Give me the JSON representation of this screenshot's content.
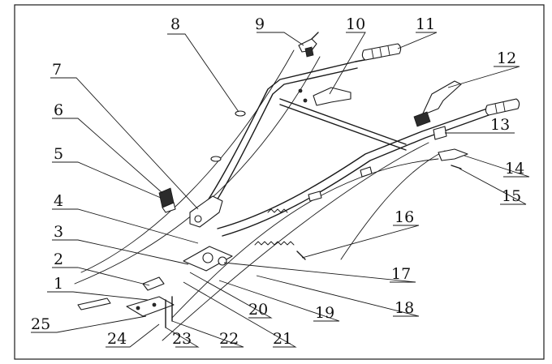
{
  "title": "",
  "callouts": [
    {
      "id": "1",
      "label": "1"
    },
    {
      "id": "2",
      "label": "2"
    },
    {
      "id": "3",
      "label": "3"
    },
    {
      "id": "4",
      "label": "4"
    },
    {
      "id": "5",
      "label": "5"
    },
    {
      "id": "6",
      "label": "6"
    },
    {
      "id": "7",
      "label": "7"
    },
    {
      "id": "8",
      "label": "8"
    },
    {
      "id": "9",
      "label": "9"
    },
    {
      "id": "10",
      "label": "10"
    },
    {
      "id": "11",
      "label": "11"
    },
    {
      "id": "12",
      "label": "12"
    },
    {
      "id": "13",
      "label": "13"
    },
    {
      "id": "14",
      "label": "14"
    },
    {
      "id": "15",
      "label": "15"
    },
    {
      "id": "16",
      "label": "16"
    },
    {
      "id": "17",
      "label": "17"
    },
    {
      "id": "18",
      "label": "18"
    },
    {
      "id": "19",
      "label": "19"
    },
    {
      "id": "20",
      "label": "20"
    },
    {
      "id": "21",
      "label": "21"
    },
    {
      "id": "22",
      "label": "22"
    },
    {
      "id": "23",
      "label": "23"
    },
    {
      "id": "24",
      "label": "24"
    },
    {
      "id": "25",
      "label": "25"
    }
  ]
}
